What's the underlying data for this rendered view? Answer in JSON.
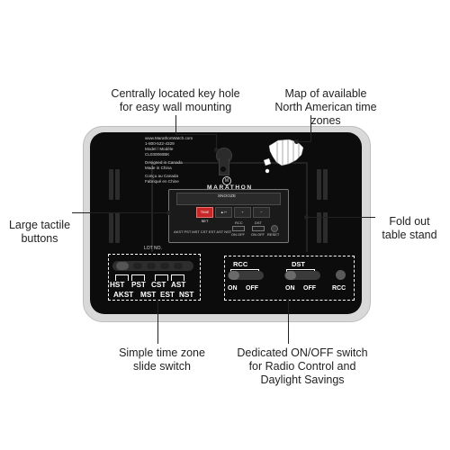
{
  "callouts": {
    "keyhole": [
      "Centrally located key hole",
      "for easy wall mounting"
    ],
    "map": [
      "Map of available",
      "North American time zones"
    ],
    "buttons": [
      "Large tactile",
      "buttons"
    ],
    "stand": [
      "Fold out",
      "table stand"
    ],
    "timezone_switch": [
      "Simple time zone",
      "slide switch"
    ],
    "onoff_switch": [
      "Dedicated ON/OFF switch",
      "for Radio Control and",
      "Daylight Savings"
    ]
  },
  "device": {
    "info_lines": [
      "www.MarathonWatch.com",
      "1-800-522-4329",
      "Model / Modèle",
      "CL030060BK",
      "",
      "Designed in Canada",
      "Made in China",
      "",
      "Conçu au Canada",
      "Fabriqué en Chine"
    ],
    "brand": "MARATHON",
    "brand_logo": "M",
    "snooze": "SNOOZE",
    "lot_no": "LOT NO.",
    "buttons": [
      "TIME SET",
      "▲/+",
      "+",
      "−"
    ],
    "micro_labels": [
      "RCC",
      "DST",
      "ON",
      "OFF",
      "ON",
      "OFF",
      "RESET"
    ],
    "small_print": "AKST PST MST CST EST AST NST"
  },
  "timezone_switch": {
    "top_labels": [
      "HST",
      "PST",
      "CST",
      "AST"
    ],
    "bottom_labels": [
      "AKST",
      "MST",
      "EST",
      "NST"
    ]
  },
  "onoff_switch": {
    "rcc_title": "RCC",
    "dst_title": "DST",
    "rcc_on": "ON",
    "rcc_off": "OFF",
    "dst_on": "ON",
    "dst_off": "OFF",
    "rcc_button": "RCC"
  },
  "colors": {
    "device_body": "#0c0c0c",
    "device_frame": "#d9d9d9",
    "accent_red": "#c62828",
    "annotation_text": "#222222"
  }
}
